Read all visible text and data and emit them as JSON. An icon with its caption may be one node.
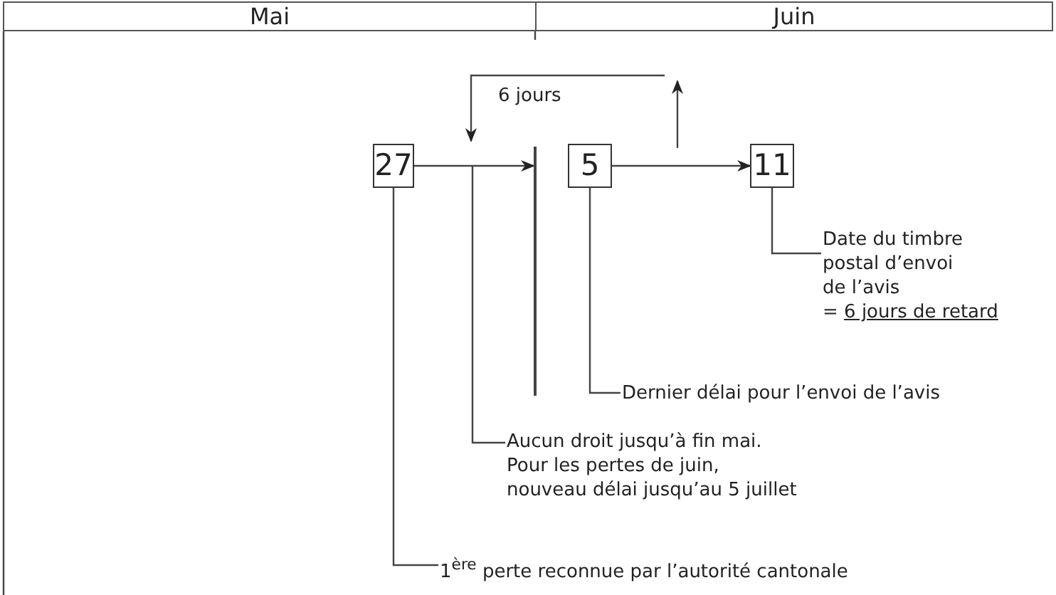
{
  "diagram": {
    "nodes": [
      {
        "text": [
          "Mai"
        ]
      },
      {
        "text": [
          "Juin"
        ]
      },
      {
        "text": [
          "27"
        ]
      },
      {
        "text": [],
        "shape": "bar"
      },
      {
        "text": [
          "5"
        ]
      },
      {
        "text": [
          "11"
        ]
      },
      {
        "text": [
          "Date du timbre postal d’envoi de l’avis",
          "=",
          "6 jours de retard"
        ]
      },
      {
        "text": [
          "Dernier délai pour l’envoi de l’avis"
        ]
      },
      {
        "text": [
          "Aucun droit jusqu’à fin mai.",
          "Pour les pertes de juin,",
          "nouveau délai jusqu’au 5 juillet"
        ]
      },
      {
        "text": [
          "1$^{ère}$ perte reconnue par l’autorité cantonale"
        ]
      }
    ],
    "edges": [
      {
        "from": 2,
        "to": 3,
        "arrow": "to"
      },
      {
        "from": 4,
        "to": 5,
        "arrow": "to"
      },
      {
        "from": 6,
        "to": 5,
        "arrow": "none"
      },
      {
        "from": 7,
        "to": 4,
        "arrow": "none"
      },
      {
        "from": 8,
        "to": null,
        "arrow": "none"
      },
      {
        "from": 9,
        "to": 2,
        "arrow": "none"
      }
    ],
    "labels": [
      "6 jours"
    ]
  }
}
